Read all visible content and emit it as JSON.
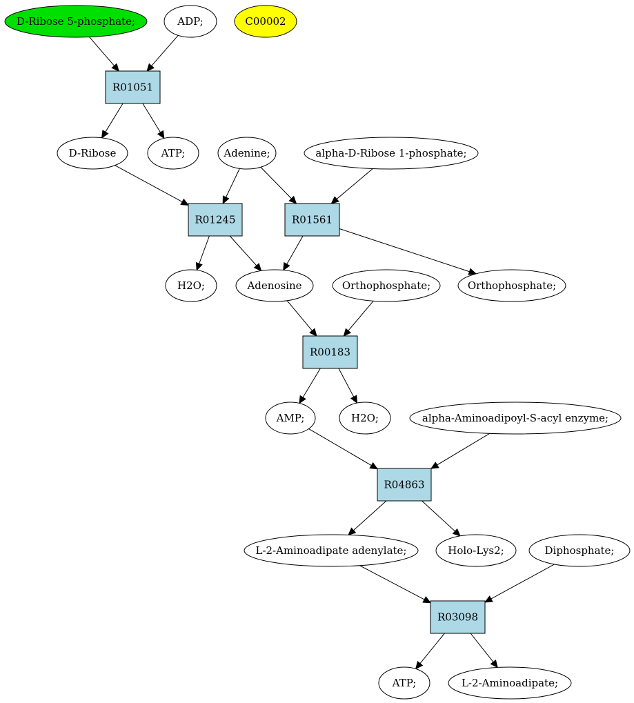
{
  "colors": {
    "start_fill": "#00e000",
    "marker_fill": "#ffff00",
    "reaction_fill": "#add8e6",
    "compound_fill": "#ffffff",
    "stroke": "#000000"
  },
  "nodes": {
    "ribose5p": {
      "label": "D-Ribose 5-phosphate;",
      "kind": "compound",
      "color": "start_fill"
    },
    "adp": {
      "label": "ADP;",
      "kind": "compound"
    },
    "c00002": {
      "label": "C00002",
      "kind": "compound",
      "color": "marker_fill"
    },
    "r01051": {
      "label": "R01051",
      "kind": "reaction"
    },
    "dribose": {
      "label": "D-Ribose",
      "kind": "compound"
    },
    "atp1": {
      "label": "ATP;",
      "kind": "compound"
    },
    "adenine": {
      "label": "Adenine;",
      "kind": "compound"
    },
    "alpharibose1p": {
      "label": "alpha-D-Ribose 1-phosphate;",
      "kind": "compound"
    },
    "r01245": {
      "label": "R01245",
      "kind": "reaction"
    },
    "r01561": {
      "label": "R01561",
      "kind": "reaction"
    },
    "h2o1": {
      "label": "H2O;",
      "kind": "compound"
    },
    "adenosine": {
      "label": "Adenosine",
      "kind": "compound"
    },
    "ortho1": {
      "label": "Orthophosphate;",
      "kind": "compound"
    },
    "ortho2": {
      "label": "Orthophosphate;",
      "kind": "compound"
    },
    "r00183": {
      "label": "R00183",
      "kind": "reaction"
    },
    "amp": {
      "label": "AMP;",
      "kind": "compound"
    },
    "h2o2": {
      "label": "H2O;",
      "kind": "compound"
    },
    "alphaaminoadipoyl": {
      "label": "alpha-Aminoadipoyl-S-acyl enzyme;",
      "kind": "compound"
    },
    "r04863": {
      "label": "R04863",
      "kind": "reaction"
    },
    "l2aminoadenylate": {
      "label": "L-2-Aminoadipate adenylate;",
      "kind": "compound"
    },
    "hololys2": {
      "label": "Holo-Lys2;",
      "kind": "compound"
    },
    "diphosphate": {
      "label": "Diphosphate;",
      "kind": "compound"
    },
    "r03098": {
      "label": "R03098",
      "kind": "reaction"
    },
    "atp2": {
      "label": "ATP;",
      "kind": "compound"
    },
    "l2aminoadipate": {
      "label": "L-2-Aminoadipate;",
      "kind": "compound"
    }
  },
  "edges": [
    [
      "ribose5p",
      "r01051"
    ],
    [
      "adp",
      "r01051"
    ],
    [
      "r01051",
      "dribose"
    ],
    [
      "r01051",
      "atp1"
    ],
    [
      "dribose",
      "r01245"
    ],
    [
      "adenine",
      "r01245"
    ],
    [
      "adenine",
      "r01561"
    ],
    [
      "alpharibose1p",
      "r01561"
    ],
    [
      "r01245",
      "h2o1"
    ],
    [
      "r01245",
      "adenosine"
    ],
    [
      "r01561",
      "adenosine"
    ],
    [
      "r01561",
      "ortho2"
    ],
    [
      "adenosine",
      "r00183"
    ],
    [
      "ortho1",
      "r00183"
    ],
    [
      "r00183",
      "amp"
    ],
    [
      "r00183",
      "h2o2"
    ],
    [
      "amp",
      "r04863"
    ],
    [
      "alphaaminoadipoyl",
      "r04863"
    ],
    [
      "r04863",
      "l2aminoadenylate"
    ],
    [
      "r04863",
      "hololys2"
    ],
    [
      "l2aminoadenylate",
      "r03098"
    ],
    [
      "diphosphate",
      "r03098"
    ],
    [
      "r03098",
      "atp2"
    ],
    [
      "r03098",
      "l2aminoadipate"
    ]
  ]
}
